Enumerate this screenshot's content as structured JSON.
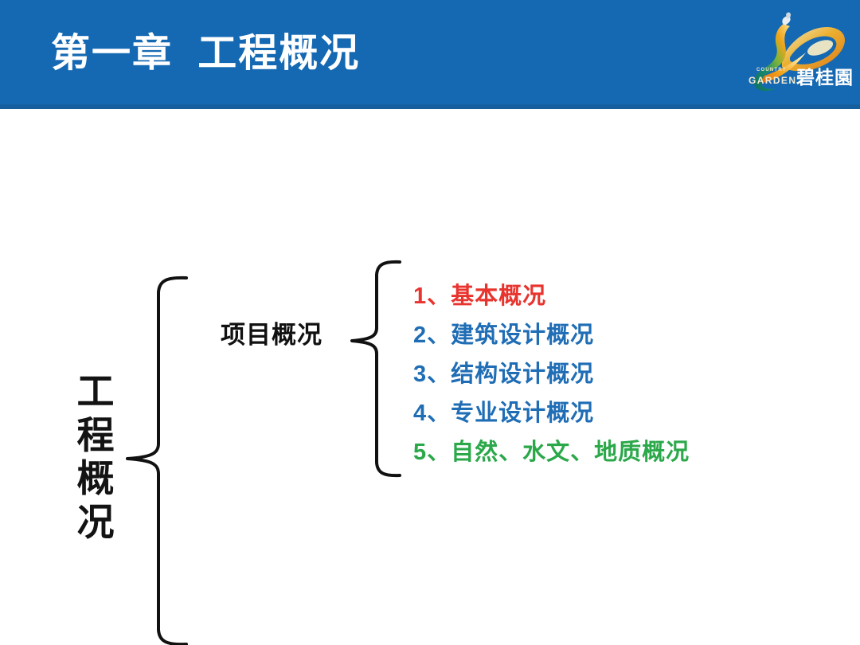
{
  "header": {
    "title": "第一章  工程概况",
    "background_color": "#1569b3",
    "title_color": "#ffffff",
    "logo": {
      "name": "country-garden-logo",
      "chinese_text": "碧桂園",
      "english_top": "COUNTRY",
      "english_bottom": "GARDEN",
      "bird_gradient_start": "#0f7a6e",
      "bird_gradient_end": "#f6a800"
    }
  },
  "diagram": {
    "root": {
      "label": "工程概况",
      "color": "#131313"
    },
    "branch": {
      "label": "项目概况",
      "color": "#111111"
    },
    "items": [
      {
        "num": "1、",
        "label": "基本概况",
        "color": "#e8342e"
      },
      {
        "num": "2、",
        "label": "建筑设计概况",
        "color": "#1f6db5"
      },
      {
        "num": "3、",
        "label": "结构设计概况",
        "color": "#1f6db5"
      },
      {
        "num": "4、",
        "label": "专业设计概况",
        "color": "#1f6db5"
      },
      {
        "num": "5、",
        "label": "自然、水文、地质概况",
        "color": "#2ba84a"
      }
    ],
    "brace_color": "#111111"
  }
}
